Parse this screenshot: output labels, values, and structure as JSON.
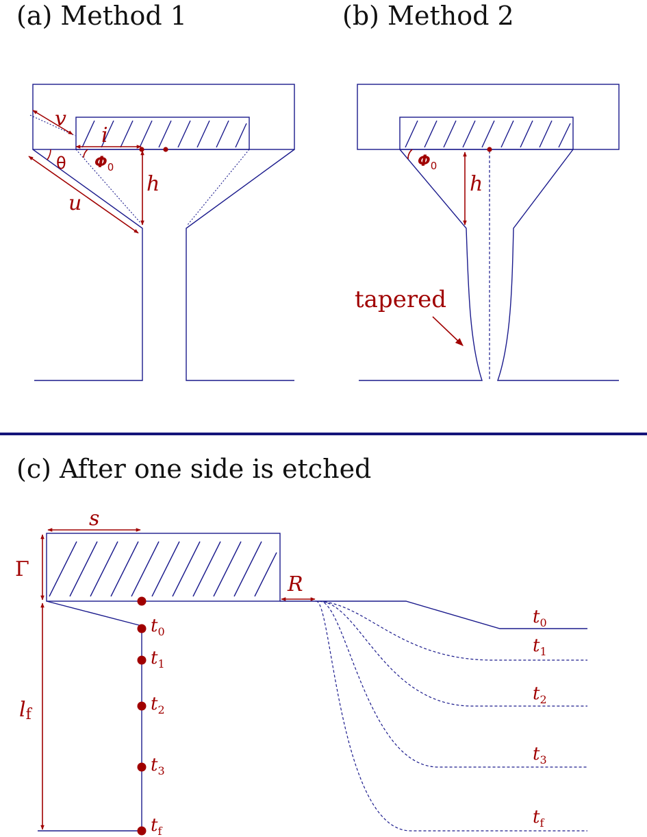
{
  "panels": {
    "a": {
      "title": "(a) Method 1"
    },
    "b": {
      "title": "(b) Method 2"
    },
    "c": {
      "title": "(c) After one side is etched"
    }
  },
  "labels": {
    "v": "v",
    "i": "i",
    "theta": "θ",
    "phi0_base": "Φ",
    "phi0_sub": "0",
    "h": "h",
    "u": "u",
    "tapered": "tapered",
    "s": "s",
    "gamma": "Γ",
    "R": "R",
    "lf_base": "l",
    "lf_sub": "f",
    "t_base": "t",
    "t_subs": [
      "0",
      "1",
      "2",
      "3",
      "f"
    ]
  },
  "colors": {
    "structure": "#1a1a8c",
    "annotation": "#a00000",
    "divider": "#14147a"
  }
}
